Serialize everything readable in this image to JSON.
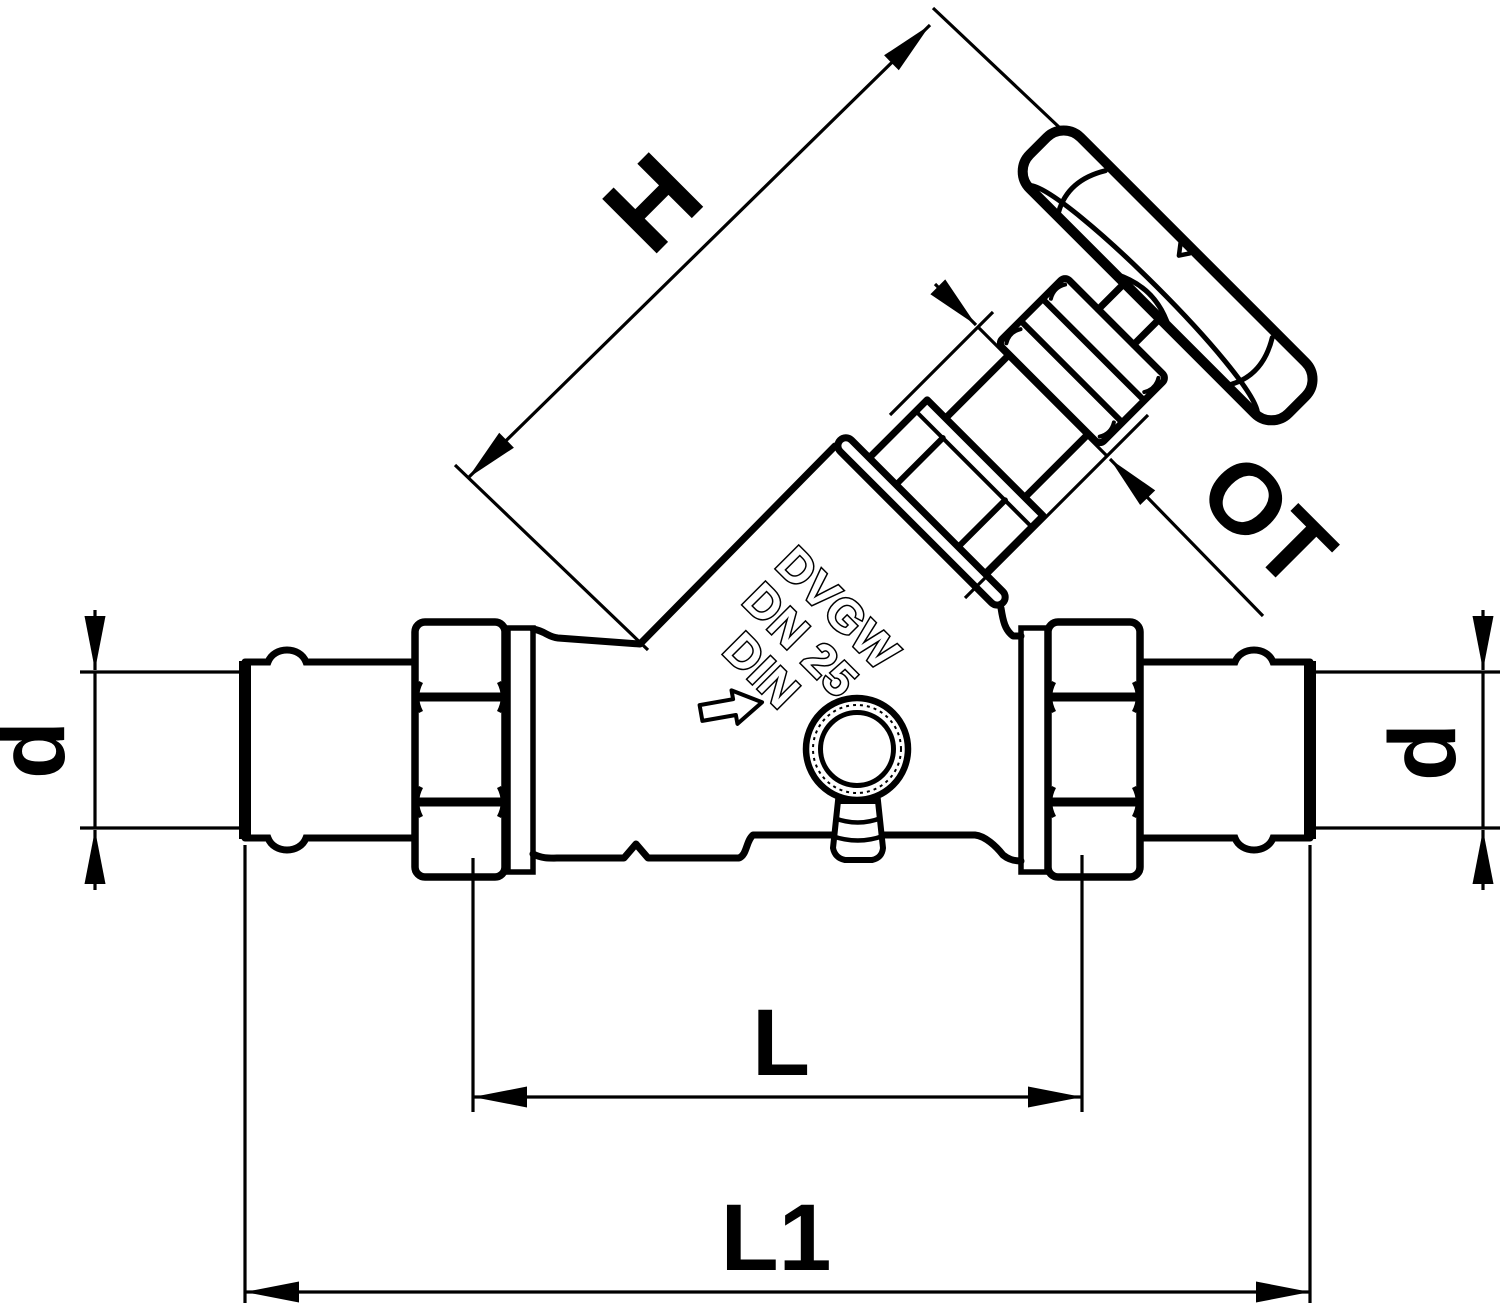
{
  "drawing": {
    "type": "valve-dimension-drawing",
    "labels": {
      "H": "H",
      "OT": "OT",
      "d_left": "d",
      "d_right": "d",
      "L": "L",
      "L1": "L1"
    },
    "cast_marking": {
      "line1": "DVGW",
      "line2": "DN 25",
      "line3": "DIN"
    },
    "colors": {
      "line": "#000000",
      "background": "#ffffff"
    }
  }
}
